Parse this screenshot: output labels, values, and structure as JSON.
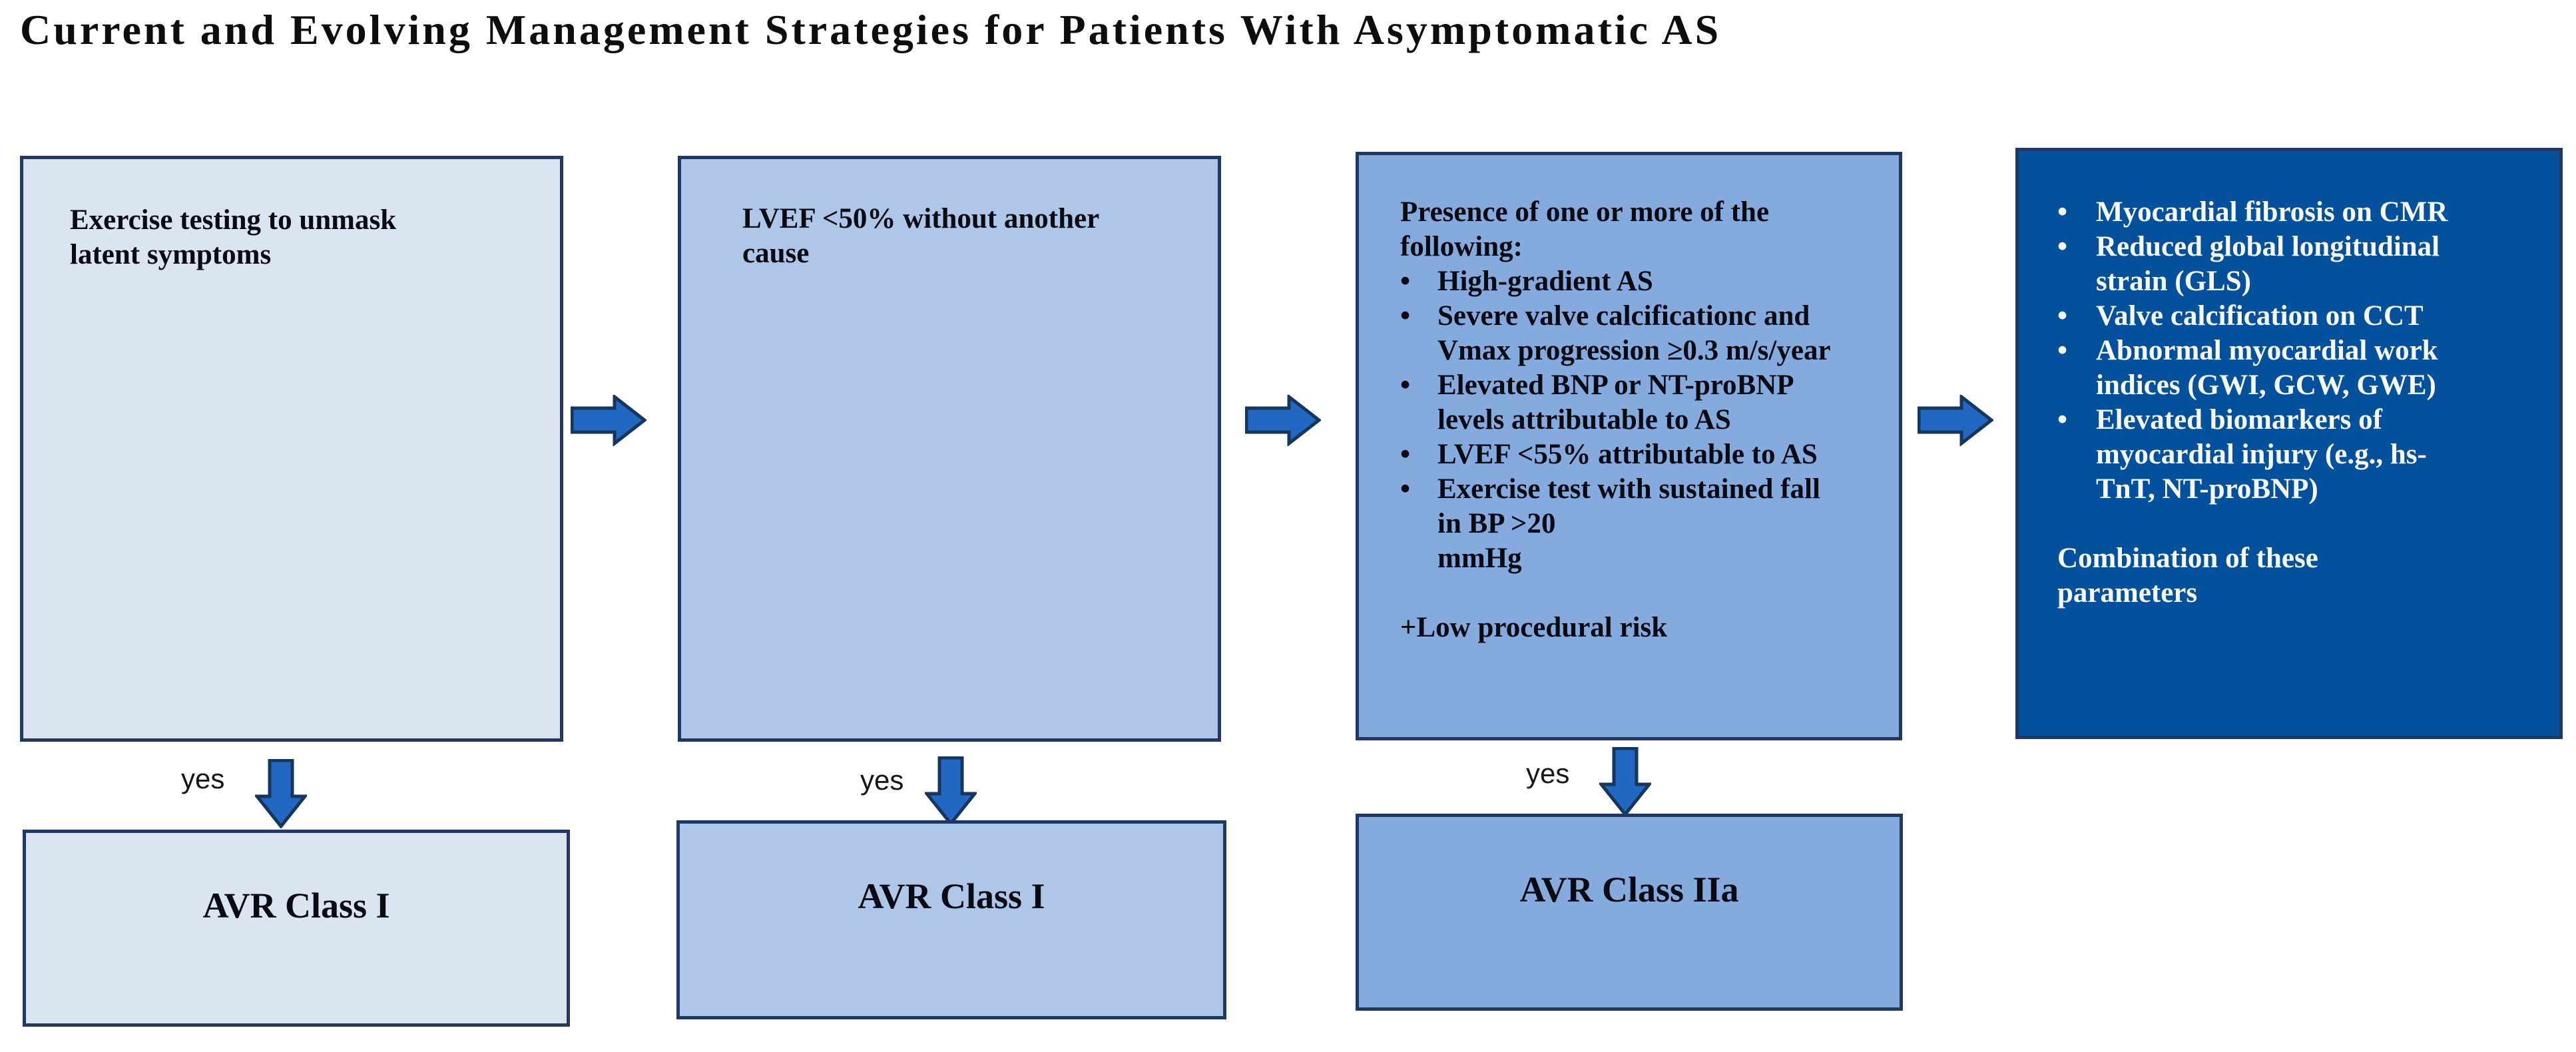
{
  "title": "Current and Evolving Management Strategies for Patients With Asymptomatic AS",
  "glyphs": {
    "bullet": "•"
  },
  "colors": {
    "box_light_blue": "#dbe5f2",
    "box_medium_blue": "#aec6e8",
    "box_strong_blue": "#84aade",
    "box_dark_blue": "#03509c",
    "border_navy": "#1f3864",
    "arrow_blue": "#2268c3",
    "arrow_border": "#16365c",
    "text_dark": "#0a0a12",
    "text_light": "#f7f8f3"
  },
  "columns": [
    {
      "criteria": {
        "text": "Exercise testing to unmask\nlatent symptoms"
      },
      "yes_label": "yes",
      "outcome": "AVR Class I"
    },
    {
      "criteria": {
        "text": "LVEF <50% without another\ncause"
      },
      "yes_label": "yes",
      "outcome": "AVR Class I"
    },
    {
      "criteria": {
        "heading": "Presence of one or more of the\nfollowing:",
        "bullets": [
          "High-gradient AS",
          "Severe valve calcificationc and\nVmax progression ≥0.3 m/s/year",
          "Elevated BNP or NT-proBNP\nlevels attributable to AS",
          "LVEF <55% attributable to AS",
          "Exercise test with sustained fall\nin BP >20\nmmHg"
        ],
        "footer": "+Low procedural risk"
      },
      "yes_label": "yes",
      "outcome": "AVR Class IIa"
    },
    {
      "criteria": {
        "bullets": [
          "Myocardial fibrosis on CMR",
          "Reduced global longitudinal\nstrain (GLS)",
          "Valve calcification on CCT",
          "Abnormal myocardial work\nindices (GWI, GCW, GWE)",
          "Elevated biomarkers of\nmyocardial injury (e.g., hs-\nTnT, NT-proBNP)"
        ],
        "footer": "Combination of these\nparameters"
      }
    }
  ]
}
